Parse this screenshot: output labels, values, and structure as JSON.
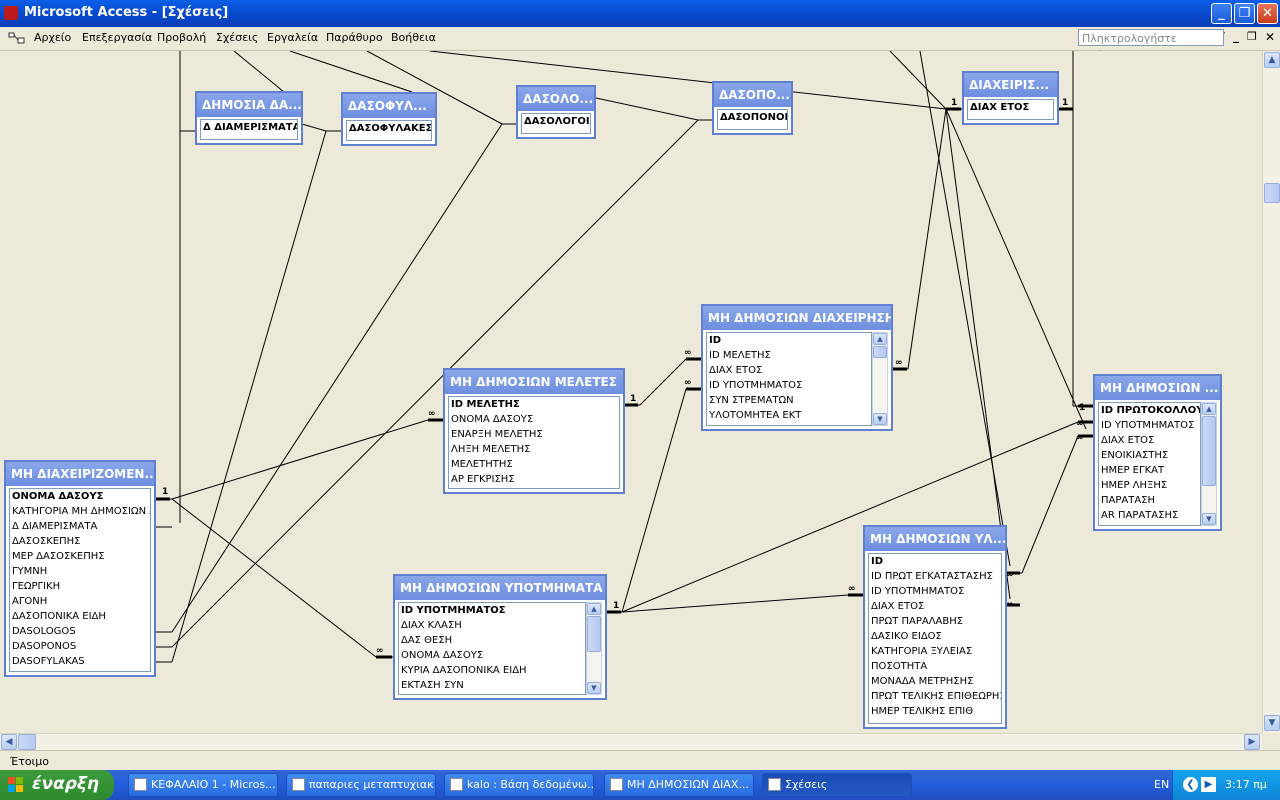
{
  "window": {
    "title": "Microsoft Access - [Σχέσεις]",
    "help_placeholder": "Πληκτρολογήστε ερώτηση"
  },
  "menu": [
    "Αρχείο",
    "Επεξεργασία",
    "Προβολή",
    "Σχέσεις",
    "Εργαλεία",
    "Παράθυρο",
    "Βοήθεια"
  ],
  "tables": {
    "dimosia_da": {
      "title": "ΔΗΜΟΣΙΑ ΔΑ...",
      "fields": [
        "Δ ΔΙΑΜΕΡΙΣΜΑΤΑ"
      ]
    },
    "dasofyla": {
      "title": "ΔΑΣΟΦΥΛ...",
      "fields": [
        "ΔΑΣΟΦΥΛΑΚΕΣ"
      ]
    },
    "dasolo": {
      "title": "ΔΑΣΟΛΟ...",
      "fields": [
        "ΔΑΣΟΛΟΓΟΙ"
      ]
    },
    "dasopo": {
      "title": "ΔΑΣΟΠΟ...",
      "fields": [
        "ΔΑΣΟΠΟΝΟΙ"
      ]
    },
    "diaxeiris": {
      "title": "ΔΙΑΧΕΙΡΙΣ...",
      "fields": [
        "ΔΙΑΧ ΕΤΟΣ"
      ]
    },
    "mh_diaxeirizomena": {
      "title": "ΜΗ ΔΙΑΧΕΙΡΙΖΟΜΕΝ...",
      "fields": [
        "ΟΝΟΜΑ ΔΑΣΟΥΣ",
        "ΚΑΤΗΓΟΡΙΑ ΜΗ ΔΗΜΟΣΙΩΝ ΔΑ",
        "Δ ΔΙΑΜΕΡΙΣΜΑΤΑ",
        "ΔΑΣΟΣΚΕΠΗΣ",
        "ΜΕΡ ΔΑΣΟΣΚΕΠΗΣ",
        "ΓΥΜΝΗ",
        "ΓΕΩΡΓΙΚΗ",
        "ΑΓΟΝΗ",
        "ΔΑΣΟΠΟΝΙΚΑ ΕΙΔΗ",
        "DASOLOGOS",
        "DASOPONOS",
        "DASOFYLAKAS"
      ]
    },
    "meletes": {
      "title": "ΜΗ ΔΗΜΟΣΙΩΝ ΜΕΛΕΤΕΣ",
      "fields": [
        "ID ΜΕΛΕΤΗΣ",
        "ΟΝΟΜΑ ΔΑΣΟΥΣ",
        "ΕΝΑΡΞΗ ΜΕΛΕΤΗΣ",
        "ΛΗΞΗ ΜΕΛΕΤΗΣ",
        "ΜΕΛΕΤΗΤΗΣ",
        "ΑΡ ΕΓΚΡΙΣΗΣ"
      ]
    },
    "diaxeirisi": {
      "title": "ΜΗ ΔΗΜΟΣΙΩΝ ΔΙΑΧΕΙΡΗΣΗ",
      "fields": [
        "ID",
        "ID ΜΕΛΕΤΗΣ",
        "ΔΙΑΧ ΕΤΟΣ",
        "ID ΥΠΟΤΜΗΜΑΤΟΣ",
        "ΣΥΝ ΣΤΡΕΜΑΤΩΝ",
        "ΥΛΟΤΟΜΗΤΕΑ ΕΚΤ"
      ]
    },
    "protokolla": {
      "title": "ΜΗ ΔΗΜΟΣΙΩΝ ...",
      "fields": [
        "ID ΠΡΩΤΟΚΟΛΛΟΥ",
        "ID ΥΠΟΤΜΗΜΑΤΟΣ",
        "ΔΙΑΧ ΕΤΟΣ",
        "ΕΝΟΙΚΙΑΣΤΗΣ",
        "ΗΜΕΡ ΕΓΚΑΤ",
        "ΗΜΕΡ ΛΗΞΗΣ",
        "ΠΑΡΑΤΑΣΗ",
        "ΑR ΠΑΡΑΤΑΣΗΣ"
      ]
    },
    "ypotmimata": {
      "title": "ΜΗ ΔΗΜΟΣΙΩΝ ΥΠΟΤΜΗΜΑΤΑ",
      "fields": [
        "ID ΥΠΟΤΜΗΜΑΤΟΣ",
        "ΔΙΑΧ ΚΛΑΣΗ",
        "ΔΑΣ ΘΕΣΗ",
        "ΟΝΟΜΑ ΔΑΣΟΥΣ",
        "ΚΥΡΙΑ ΔΑΣΟΠΟΝΙΚΑ ΕΙΔΗ",
        "ΕΚΤΑΣΗ ΣΥΝ"
      ]
    },
    "yla": {
      "title": "ΜΗ ΔΗΜΟΣΙΩΝ ΥΛ...",
      "fields": [
        "ID",
        "ID ΠΡΩΤ ΕΓΚΑΤΑΣΤΑΣΗΣ",
        "ID ΥΠΟΤΜΗΜΑΤΟΣ",
        "ΔΙΑΧ ΕΤΟΣ",
        "ΠΡΩΤ ΠΑΡΑΛΑΒΗΣ",
        "ΔΑΣΙΚΟ  ΕΙΔΟΣ",
        "ΚΑΤΗΓΟΡΙΑ ΞΥΛΕΙΑΣ",
        "ΠΟΣΟΤΗΤΑ",
        "ΜΟΝΑΔΑ ΜΕΤΡΗΣΗΣ",
        "ΠΡΩΤ ΤΕΛΙΚΗΣ ΕΠΙΘΕΩΡΗΣ",
        "ΗΜΕΡ ΤΕΛΙΚΗΣ ΕΠΙΘ"
      ]
    }
  },
  "relationship_labels": {
    "one": "1",
    "many": "∞"
  },
  "status": "Έτοιμο",
  "taskbar": {
    "start": "έναρξη",
    "items": [
      "ΚΕΦΑΛΑΙΟ 1 - Micros...",
      "παπαριες μεταπτυχιακ...",
      "kalo : Βάση δεδομένω...",
      "ΜΗ ΔΗΜΟΣΙΩΝ ΔΙΑΧ...",
      "Σχέσεις"
    ],
    "lang": "EN",
    "clock": "3:17 πμ"
  }
}
